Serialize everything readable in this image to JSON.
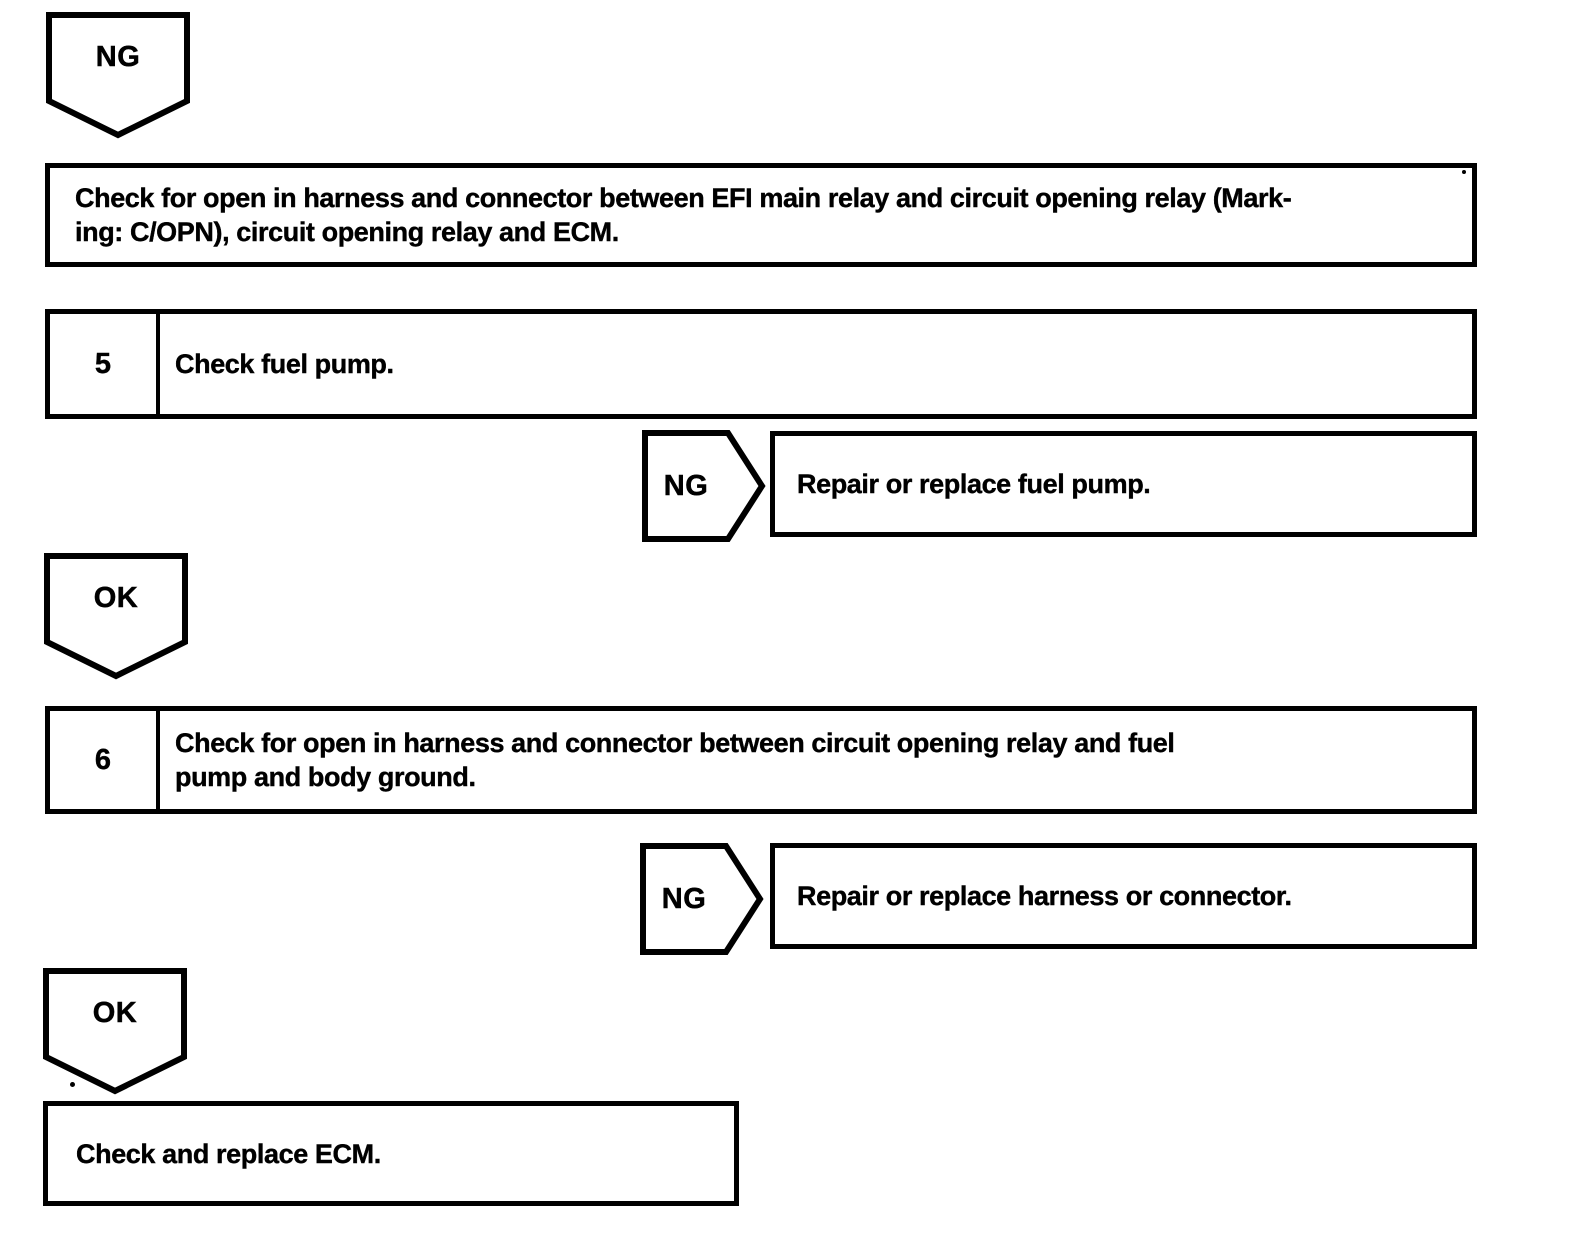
{
  "page": {
    "background": "#ffffff",
    "ink_color": "#000000"
  },
  "flow": {
    "ng_top": {
      "label": "NG"
    },
    "instruction": {
      "text": "Check for open in harness and connector between EFI main relay and circuit opening relay (Mark-\ning: C/OPN), circuit opening relay and ECM."
    },
    "step5": {
      "number": "5",
      "title": "Check fuel pump."
    },
    "branch5": {
      "label": "NG",
      "action": "Repair or replace fuel pump."
    },
    "ok5": {
      "label": "OK"
    },
    "step6": {
      "number": "6",
      "title": "Check for open in harness and connector between circuit opening relay and fuel\npump and body ground."
    },
    "branch6": {
      "label": "NG",
      "action": "Repair or replace harness or connector."
    },
    "ok6": {
      "label": "OK"
    },
    "final": {
      "text": "Check and replace ECM."
    }
  }
}
